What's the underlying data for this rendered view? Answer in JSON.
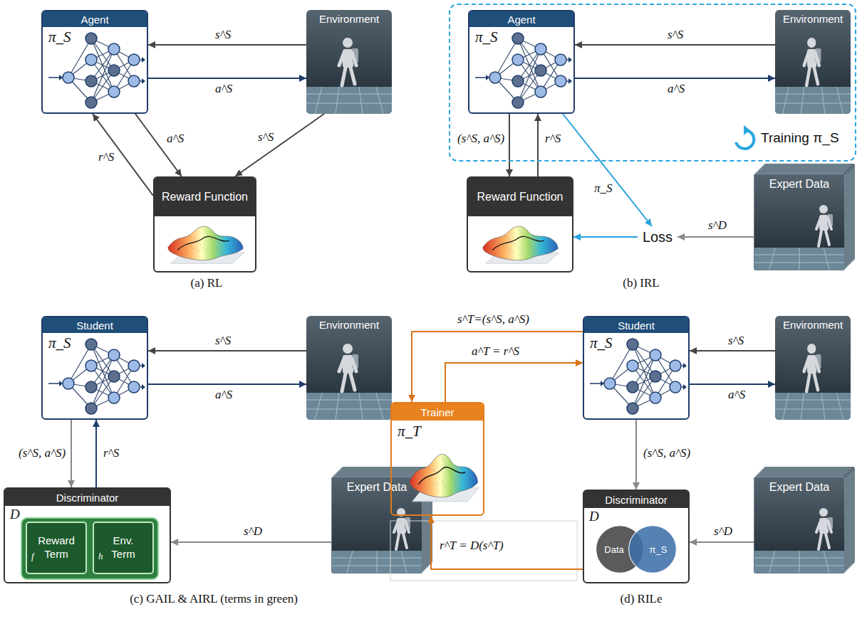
{
  "diagram": {
    "nodes": [
      {
        "text": [
          "Agent",
          "π_S"
        ]
      },
      {
        "text": [
          "Environment"
        ]
      },
      {
        "text": [
          "Reward Function"
        ]
      },
      {
        "text": [
          "Training π_S"
        ]
      },
      {
        "text": [
          "Agent",
          "π_S"
        ],
        "in": 3
      },
      {
        "text": [
          "Environment"
        ],
        "in": 3
      },
      {
        "text": [
          "Reward Function"
        ]
      },
      {
        "text": [
          "Expert Data"
        ]
      },
      {
        "text": [
          "Loss"
        ]
      },
      {
        "text": [
          "Student",
          "π_S"
        ]
      },
      {
        "text": [
          "Environment"
        ]
      },
      {
        "text": [
          "Discriminator",
          "D"
        ]
      },
      {
        "text": [
          "Reward Term",
          "f"
        ],
        "in": 11
      },
      {
        "text": [
          "Env. Term",
          "h"
        ],
        "in": 11
      },
      {
        "text": [
          "Expert Data"
        ]
      },
      {
        "text": [
          "Trainer",
          "π_T"
        ]
      },
      {
        "text": [
          "Student",
          "π_S"
        ]
      },
      {
        "text": [
          "Environment"
        ]
      },
      {
        "text": [
          "Discriminator",
          "D"
        ]
      },
      {
        "text": [
          "Data"
        ],
        "in": 18
      },
      {
        "text": [
          "π_S"
        ],
        "in": 18
      },
      {
        "text": [
          "Expert Data"
        ]
      }
    ],
    "edges": [
      {
        "from": 1,
        "to": 0,
        "label": "s^S",
        "arrow": "to"
      },
      {
        "from": 0,
        "to": 1,
        "label": "a^S",
        "arrow": "to"
      },
      {
        "from": 0,
        "to": 2,
        "label": "a^S",
        "arrow": "to"
      },
      {
        "from": 1,
        "to": 2,
        "label": "s^S",
        "arrow": "to"
      },
      {
        "from": 2,
        "to": 0,
        "label": "r^S",
        "arrow": "to"
      },
      {
        "from": 5,
        "to": 4,
        "label": "s^S",
        "arrow": "to"
      },
      {
        "from": 4,
        "to": 5,
        "label": "a^S",
        "arrow": "to"
      },
      {
        "from": 4,
        "to": 6,
        "label": "(s^S, a^S)",
        "arrow": "to"
      },
      {
        "from": 6,
        "to": 4,
        "label": "r^S",
        "arrow": "to"
      },
      {
        "from": 4,
        "to": 8,
        "label": "π_S",
        "arrow": "to"
      },
      {
        "from": 7,
        "to": 8,
        "label": "s^D",
        "arrow": "to"
      },
      {
        "from": 8,
        "to": 6,
        "arrow": "to"
      },
      {
        "from": 10,
        "to": 9,
        "label": "s^S",
        "arrow": "to"
      },
      {
        "from": 9,
        "to": 10,
        "label": "a^S",
        "arrow": "to"
      },
      {
        "from": 9,
        "to": 11,
        "label": "(s^S, a^S)",
        "arrow": "to"
      },
      {
        "from": 11,
        "to": 9,
        "label": "r^S",
        "arrow": "to"
      },
      {
        "from": 14,
        "to": 11,
        "label": "s^D",
        "arrow": "to"
      },
      {
        "from": 16,
        "to": 15,
        "label": "s^T=(s^S, a^S)",
        "arrow": "to"
      },
      {
        "from": 15,
        "to": 16,
        "label": "a^T = r^S",
        "arrow": "to"
      },
      {
        "from": 17,
        "to": 16,
        "label": "s^S",
        "arrow": "to"
      },
      {
        "from": 16,
        "to": 17,
        "label": "a^S",
        "arrow": "to"
      },
      {
        "from": 16,
        "to": 18,
        "label": "(s^S, a^S)",
        "arrow": "to"
      },
      {
        "from": 21,
        "to": 18,
        "label": "s^D",
        "arrow": "to"
      },
      {
        "from": 18,
        "to": 15,
        "label": "r^T = D(s^T)",
        "arrow": "to"
      }
    ],
    "labels": [
      "(a) RL",
      "(b) IRL",
      "(c) GAIL & AIRL (terms in green)",
      "(d) RILe"
    ]
  }
}
